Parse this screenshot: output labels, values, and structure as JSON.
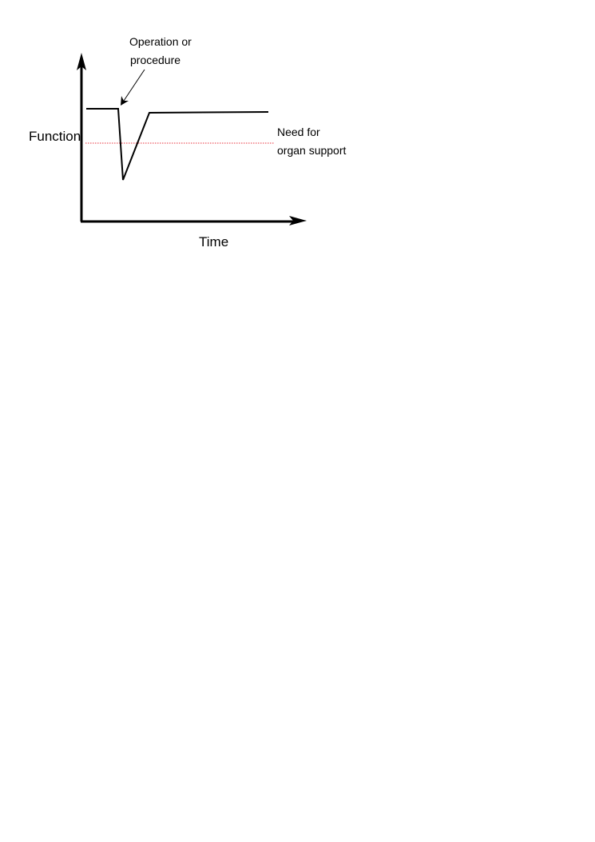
{
  "diagram": {
    "y_axis_label": "Function",
    "x_axis_label": "Time",
    "event_label": {
      "line1": "Operation or",
      "line2": "procedure"
    },
    "threshold_label": {
      "line1": "Need for",
      "line2": "organ support"
    },
    "colors": {
      "axis": "#000000",
      "curve": "#000000",
      "threshold": "#e8323c",
      "background": "#ffffff"
    }
  }
}
